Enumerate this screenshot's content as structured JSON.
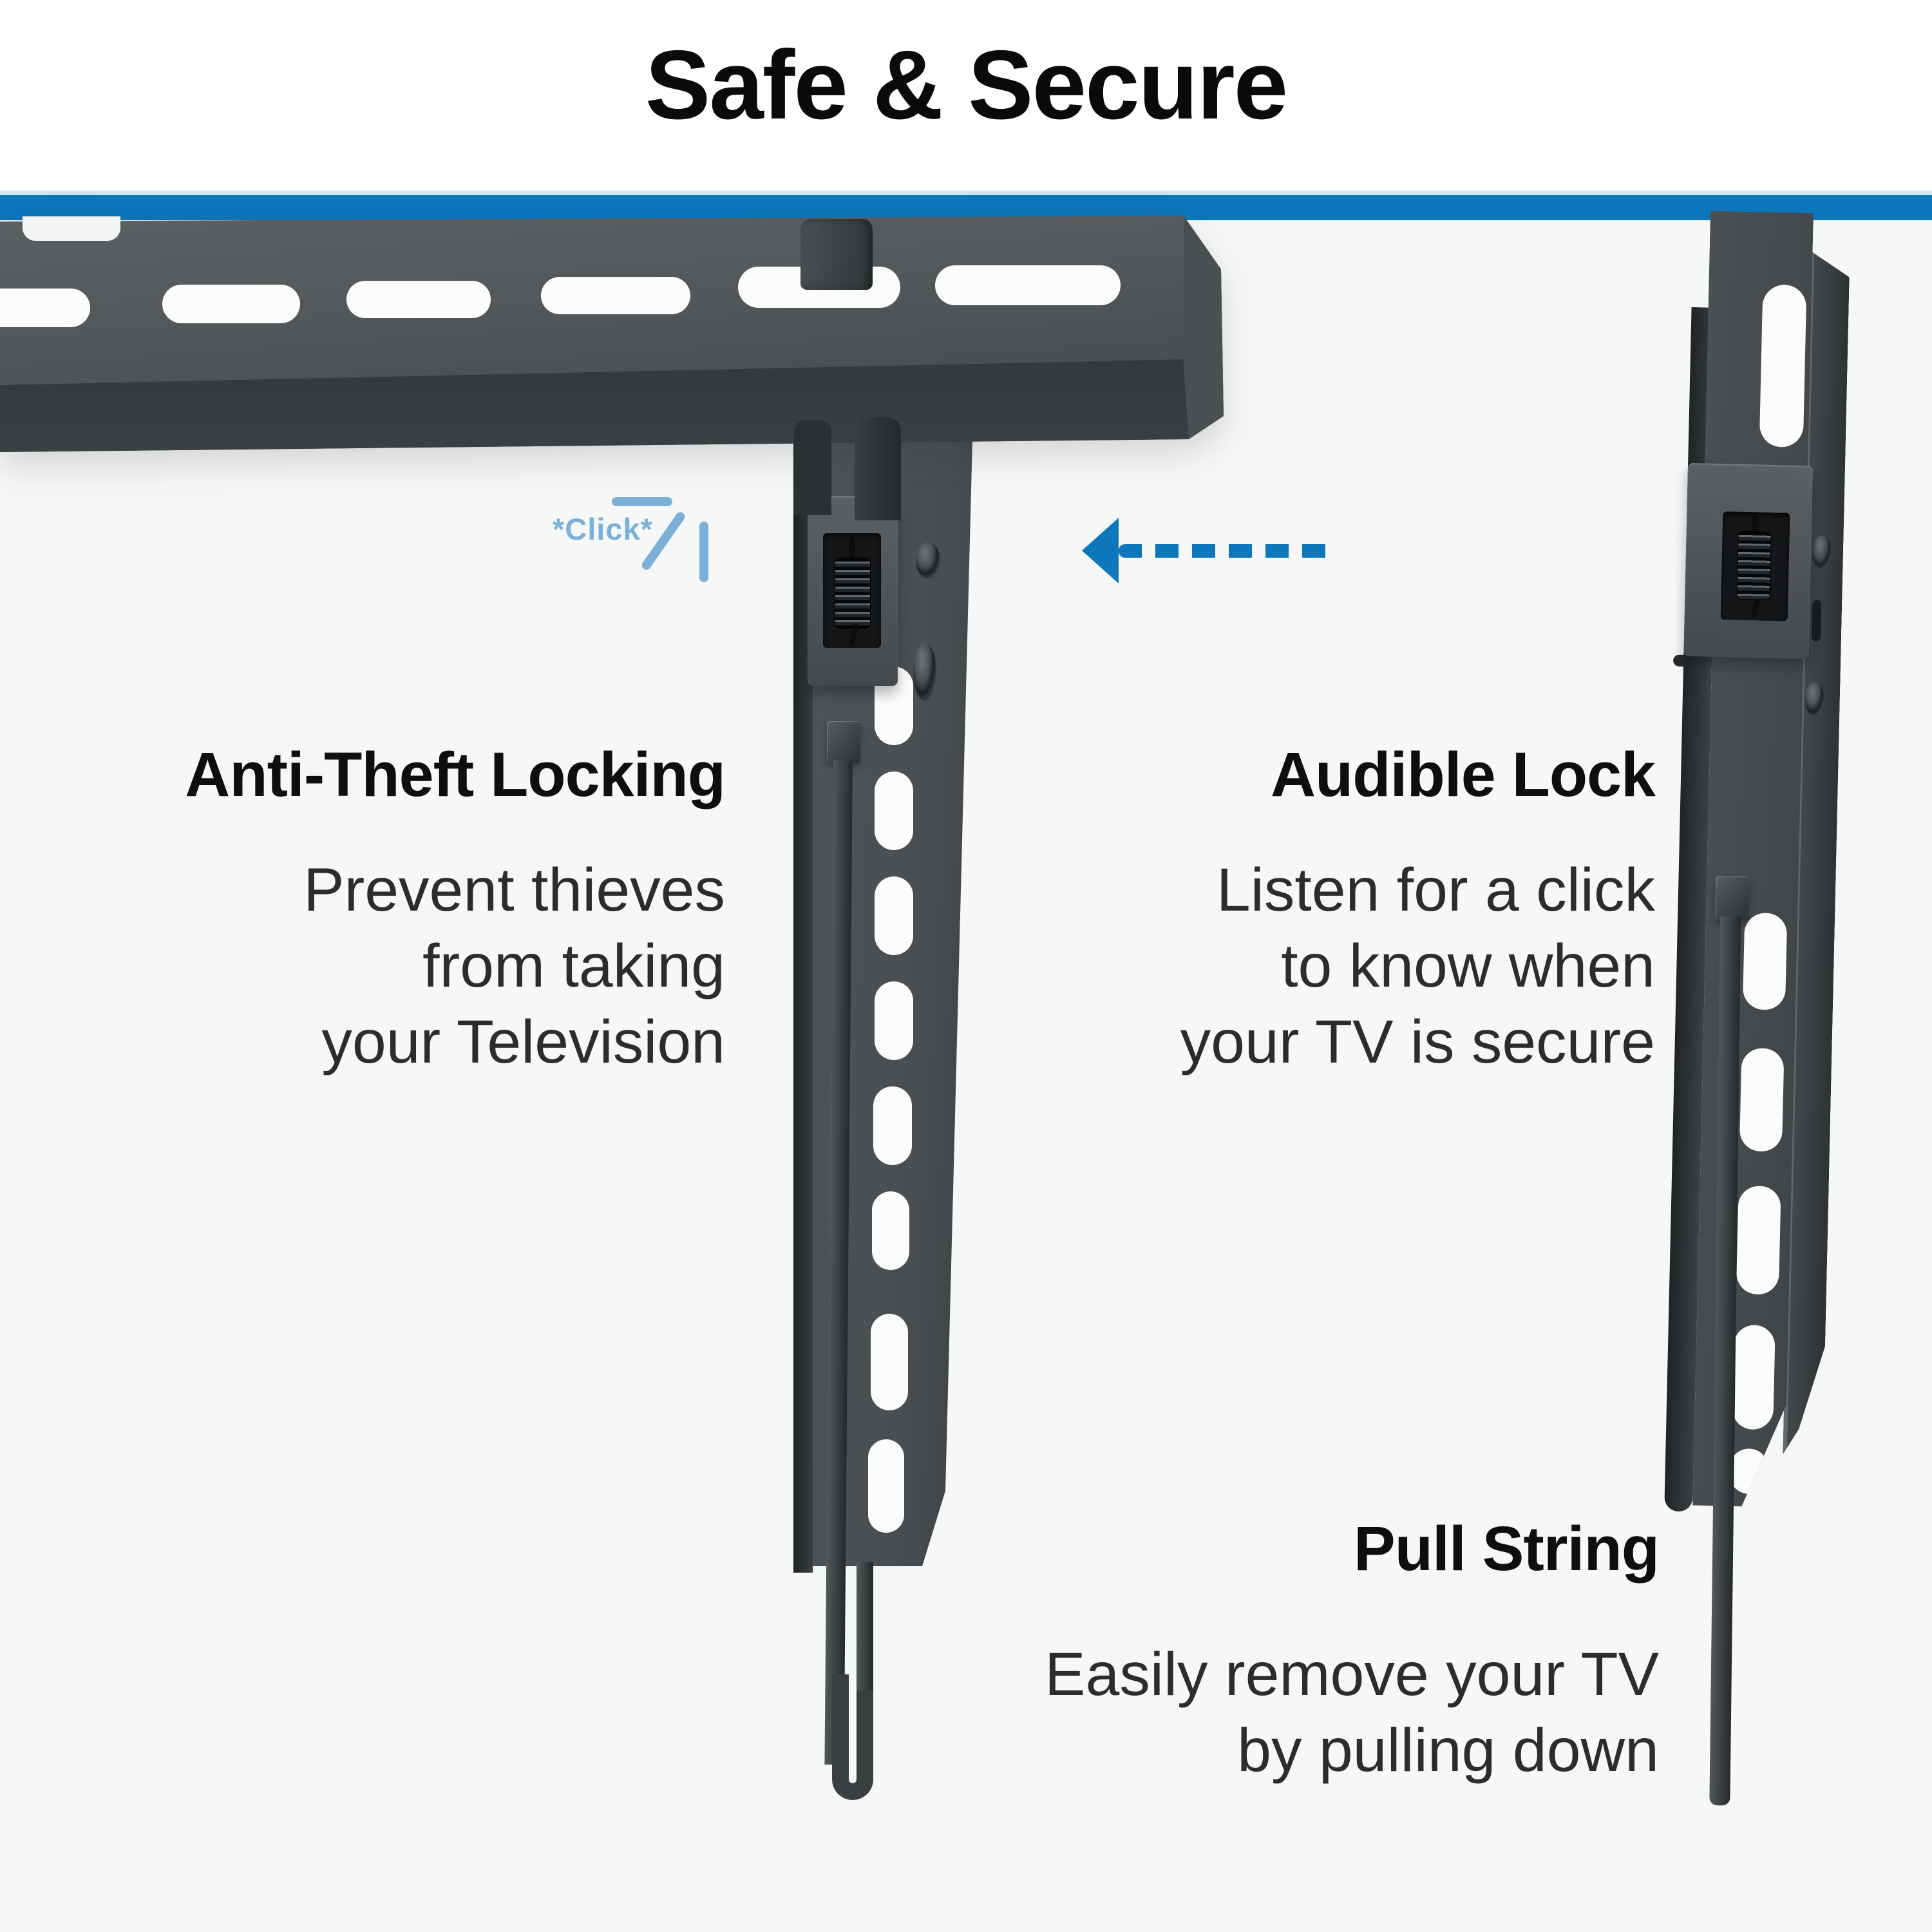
{
  "header": {
    "title": "Safe & Secure"
  },
  "theme": {
    "accent_blue": "#0e76bb",
    "accent_blue_light": "#cde7f5",
    "callout_blue": "#7bb0d9",
    "background_top": "#ffffff",
    "background_main": "#f6f7f7",
    "metal_gray": "#4a4f52",
    "metal_gray_dark": "#2b2f32",
    "heading_text_color": "#0e0e0f",
    "body_text_color": "#2b2c2e"
  },
  "callout": {
    "label": "*Click*"
  },
  "arrow": {
    "icon": "arrow-left-icon",
    "direction": "left",
    "style": "dashed"
  },
  "features": [
    {
      "heading": "Anti-Theft Locking",
      "lines": [
        "Prevent thieves",
        "from taking",
        "your Television"
      ]
    },
    {
      "heading": "Audible Lock",
      "lines": [
        "Listen for a click",
        "to know when",
        "your TV is secure"
      ]
    },
    {
      "heading": "Pull String",
      "lines": [
        "Easily remove your TV",
        "by pulling down"
      ]
    }
  ],
  "graphics": {
    "wall_plate": "tv-mount-wall-plate",
    "center_bracket": "tv-bracket-with-lock-and-pull-string",
    "right_bracket": "tv-bracket-side-view-with-lock"
  }
}
